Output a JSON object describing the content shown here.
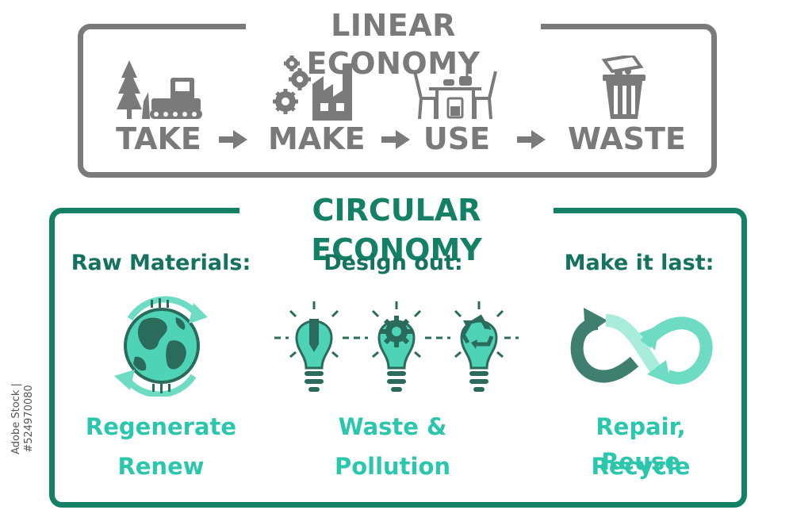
{
  "linear": {
    "title": "LINEAR ECONOMY",
    "steps": [
      {
        "label": "TAKE",
        "icon": "tree-bulldozer-icon"
      },
      {
        "label": "MAKE",
        "icon": "factory-gears-icon"
      },
      {
        "label": "USE",
        "icon": "table-chairs-icon"
      },
      {
        "label": "WASTE",
        "icon": "trash-can-icon"
      }
    ],
    "color": "#7a7a7a"
  },
  "circular": {
    "title": "CIRCULAR ECONOMY",
    "columns": [
      {
        "heading": "Raw Materials:",
        "lines": [
          "Regenerate",
          "Renew"
        ],
        "icon": "globe-cycle-icon"
      },
      {
        "heading": "Design out:",
        "lines": [
          "Waste &",
          "Pollution"
        ],
        "icon": "lightbulbs-icon"
      },
      {
        "heading": "Make it last:",
        "lines": [
          "Repair,  Reuse",
          "Recycle"
        ],
        "icon": "infinity-arrows-icon"
      }
    ],
    "color_dark": "#148066",
    "color_light": "#2bc7ad"
  },
  "stock_id": "Adobe Stock | #524970080"
}
